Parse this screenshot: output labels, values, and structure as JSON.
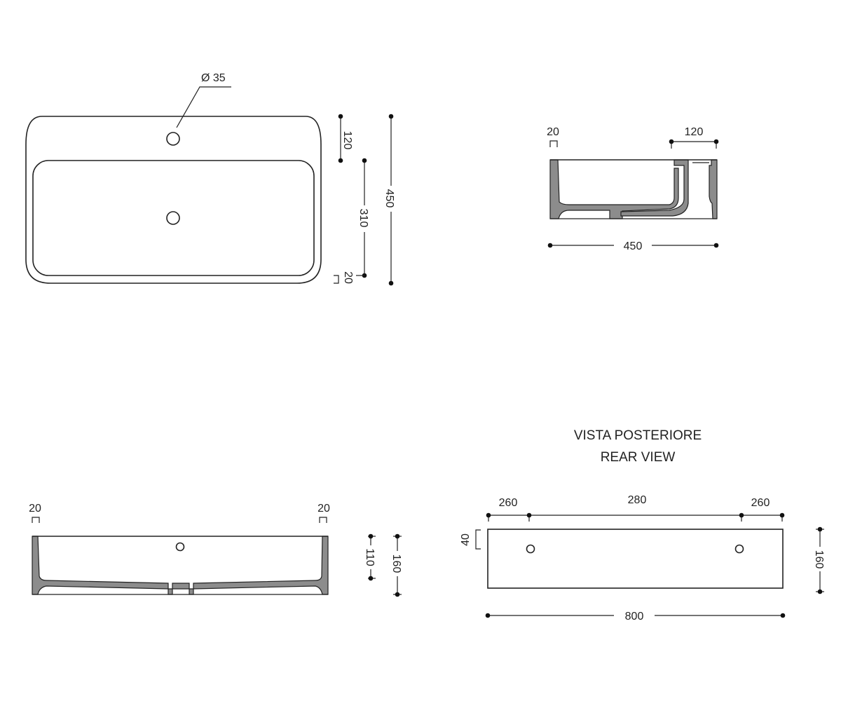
{
  "top_view": {
    "hole_diameter": "Ø 35",
    "dim_back_ledge": "120",
    "dim_basin_depth": "310",
    "dim_front_rim": "20",
    "dim_total_depth": "450"
  },
  "side_section": {
    "dim_wall": "20",
    "dim_ledge": "120",
    "dim_width": "450"
  },
  "front_section": {
    "dim_left_wall": "20",
    "dim_right_wall": "20",
    "dim_inner_height": "110",
    "dim_total_height": "160"
  },
  "rear_view": {
    "title_it": "VISTA POSTERIORE",
    "title_en": "REAR VIEW",
    "dim_left": "260",
    "dim_middle": "280",
    "dim_right": "260",
    "dim_hole_offset": "40",
    "dim_height": "160",
    "dim_length": "800"
  }
}
